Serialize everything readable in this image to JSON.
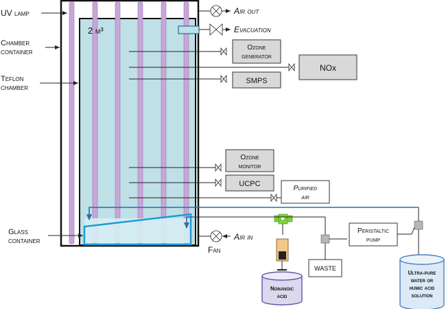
{
  "labels": {
    "uv_lamp": "UV lamp",
    "chamber_container_1": "Chamber",
    "chamber_container_2": "container",
    "teflon_chamber_1": "Teflon",
    "teflon_chamber_2": "chamber",
    "glass_container_1": "Glass",
    "glass_container_2": "container",
    "volume": "2 m³",
    "air_out": "Air out",
    "evacuation": "Evacuation",
    "ozone_generator_1": "Ozone",
    "ozone_generator_2": "generator",
    "nox": "NOx",
    "smps": "SMPS",
    "ozone_monitor_1": "Ozone",
    "ozone_monitor_2": "monitor",
    "ucpc": "UCPC",
    "purified_air_1": "Purified",
    "purified_air_2": "air",
    "air_in": "Air in",
    "fan": "Fan",
    "peristaltic_1": "Peristaltic",
    "peristaltic_2": "pump",
    "waste": "WASTE",
    "nonanoic_1": "Nonanoic",
    "nonanoic_2": "acid",
    "water_1": "Ultra-pure",
    "water_2": "water or",
    "water_3": "humic acid",
    "water_4": "solution"
  },
  "colors": {
    "chamber_fill": "#bfe0e6",
    "lamp": "#c8a6d8",
    "glass_outline": "#1f9ad6",
    "green_valve": "#7dd33a",
    "tank_fill": "#dce9f7",
    "tank_stroke": "#4a7fc0",
    "flask_fill": "#dcd8ee",
    "flask_stroke": "#5b57a6",
    "arrow_blue": "#2b6f9e",
    "instrument_box": "#d9d9d9"
  }
}
